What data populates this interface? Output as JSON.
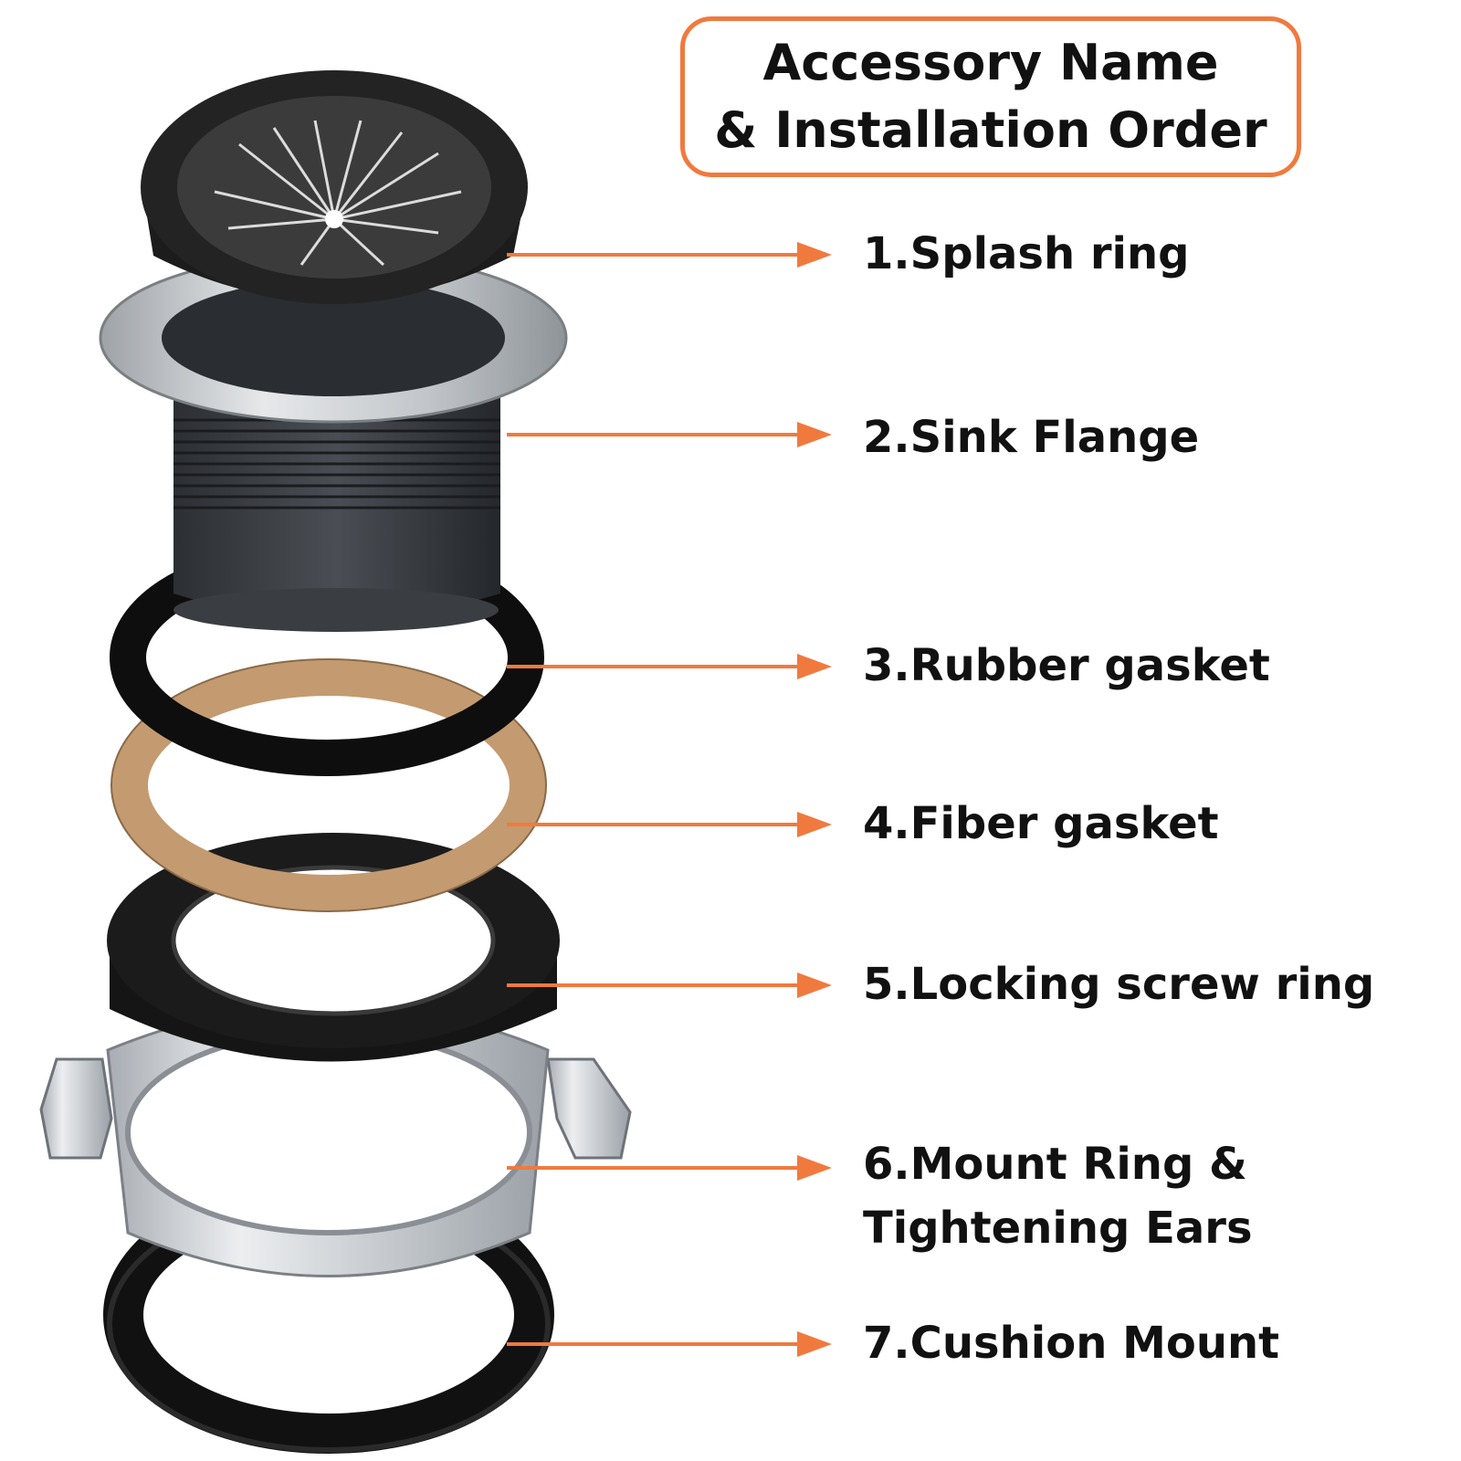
{
  "accent_color": "#f07a3e",
  "title": {
    "line1": "Accessory Name",
    "line2": "& Installation Order"
  },
  "parts": [
    {
      "label": "1.Splash ring",
      "icon": "splash-ring-icon"
    },
    {
      "label": "2.Sink Flange",
      "icon": "sink-flange-icon"
    },
    {
      "label": "3.Rubber gasket",
      "icon": "rubber-gasket-icon"
    },
    {
      "label": "4.Fiber gasket",
      "icon": "fiber-gasket-icon"
    },
    {
      "label": "5.Locking screw ring",
      "icon": "locking-screw-ring-icon"
    },
    {
      "label_line1": "6.Mount Ring &",
      "label_line2": "Tightening Ears",
      "icon": "mount-ring-icon"
    },
    {
      "label": "7.Cushion Mount",
      "icon": "cushion-mount-icon"
    }
  ]
}
